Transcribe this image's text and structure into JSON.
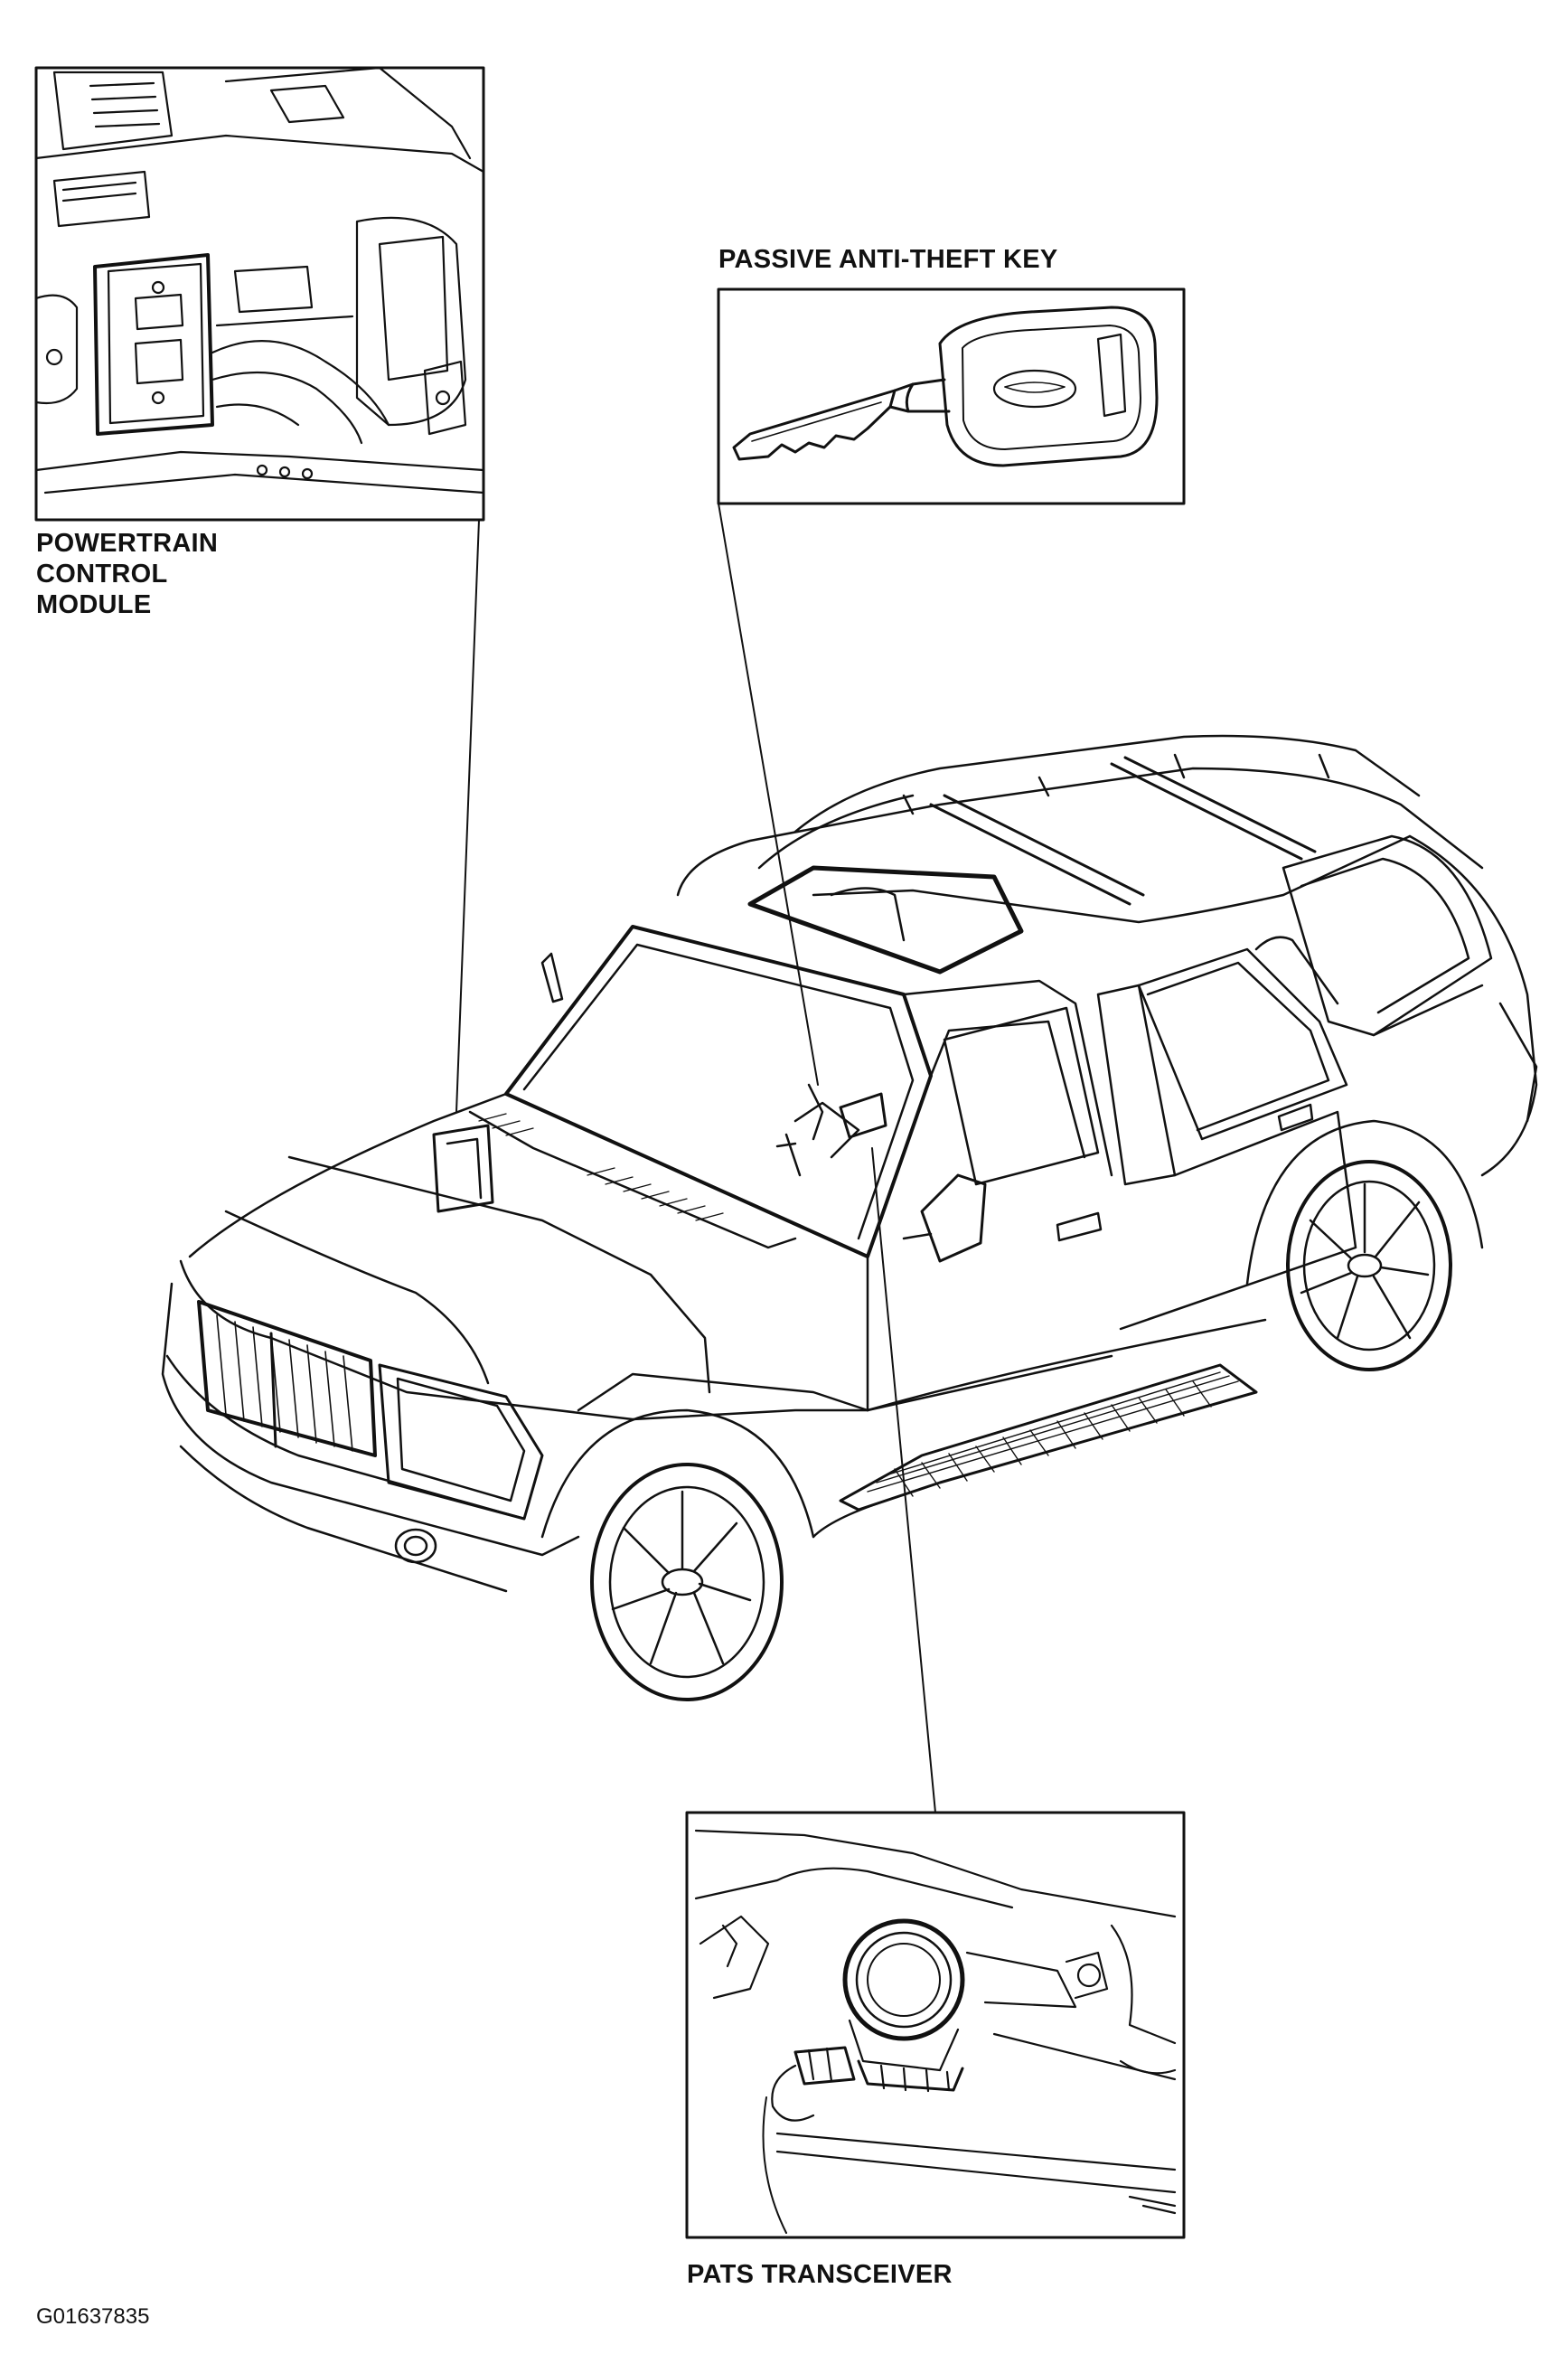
{
  "callouts": {
    "powertrain_control_module": [
      "POWERTRAIN",
      "CONTROL",
      "MODULE"
    ],
    "passive_anti_theft_key": "PASSIVE ANTI-THEFT KEY",
    "pats_transceiver": "PATS TRANSCEIVER"
  },
  "figure_id": "G01637835",
  "colors": {
    "ink": "#111111",
    "paper": "#ffffff"
  }
}
